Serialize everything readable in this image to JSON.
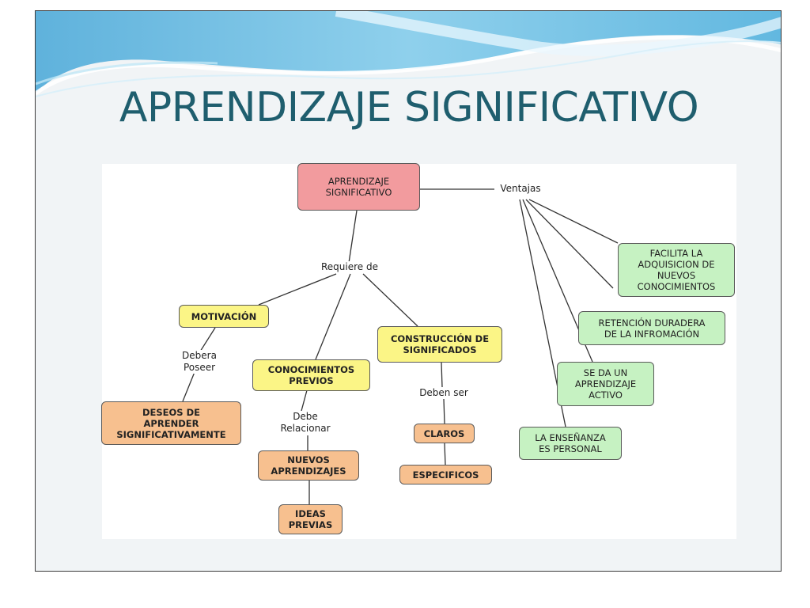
{
  "slide": {
    "title": "APRENDIZAJE SIGNIFICATIVO"
  },
  "colors": {
    "title": "#1f5e6e",
    "root": "#f29b9e",
    "requirement": "#fbf586",
    "detail": "#f7c08f",
    "advantage": "#c6f2c2"
  },
  "map": {
    "root": "APRENDIZAJE\nSIGNIFICATIVO",
    "links": {
      "ventajas": "Ventajas",
      "requiere": "Requiere de",
      "debera": "Debera\nPoseer",
      "debe": "Debe\nRelacionar",
      "deben": "Deben ser"
    },
    "nodes": {
      "motivacion": "MOTIVACIÓN",
      "conocimientos": "CONOCIMIENTOS\nPREVIOS",
      "construccion": "CONSTRUCCIÓN DE\nSIGNIFICADOS",
      "deseos": "DESEOS DE\nAPRENDER\nSIGNIFICATIVAMENTE",
      "nuevos": "NUEVOS\nAPRENDIZAJES",
      "ideas": "IDEAS\nPREVIAS",
      "claros": "CLAROS",
      "especificos": "ESPECIFICOS",
      "facilita": "FACILITA LA\nADQUISICION DE\nNUEVOS\nCONOCIMIENTOS",
      "retencion": "RETENCIÓN DURADERA\nDE LA INFROMACIÓN",
      "activo": "SE DA UN\nAPRENDIZAJE\nACTIVO",
      "personal": "LA ENSEÑANZA\nES PERSONAL"
    }
  }
}
